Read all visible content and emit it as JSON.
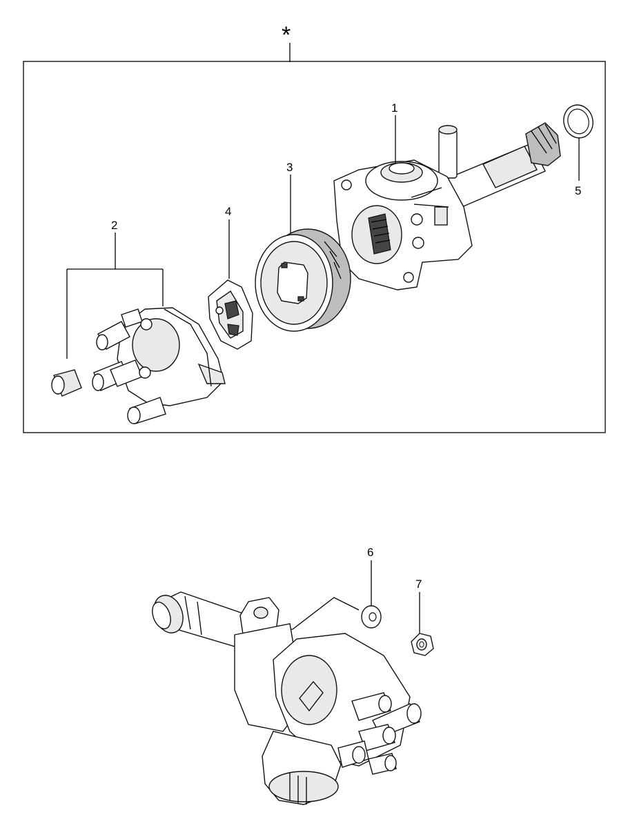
{
  "diagram": {
    "assembly_marker": "*",
    "callouts": [
      {
        "id": "1",
        "label": "1"
      },
      {
        "id": "2",
        "label": "2"
      },
      {
        "id": "3",
        "label": "3"
      },
      {
        "id": "4",
        "label": "4"
      },
      {
        "id": "5",
        "label": "5"
      },
      {
        "id": "6",
        "label": "6"
      },
      {
        "id": "7",
        "label": "7"
      }
    ]
  }
}
